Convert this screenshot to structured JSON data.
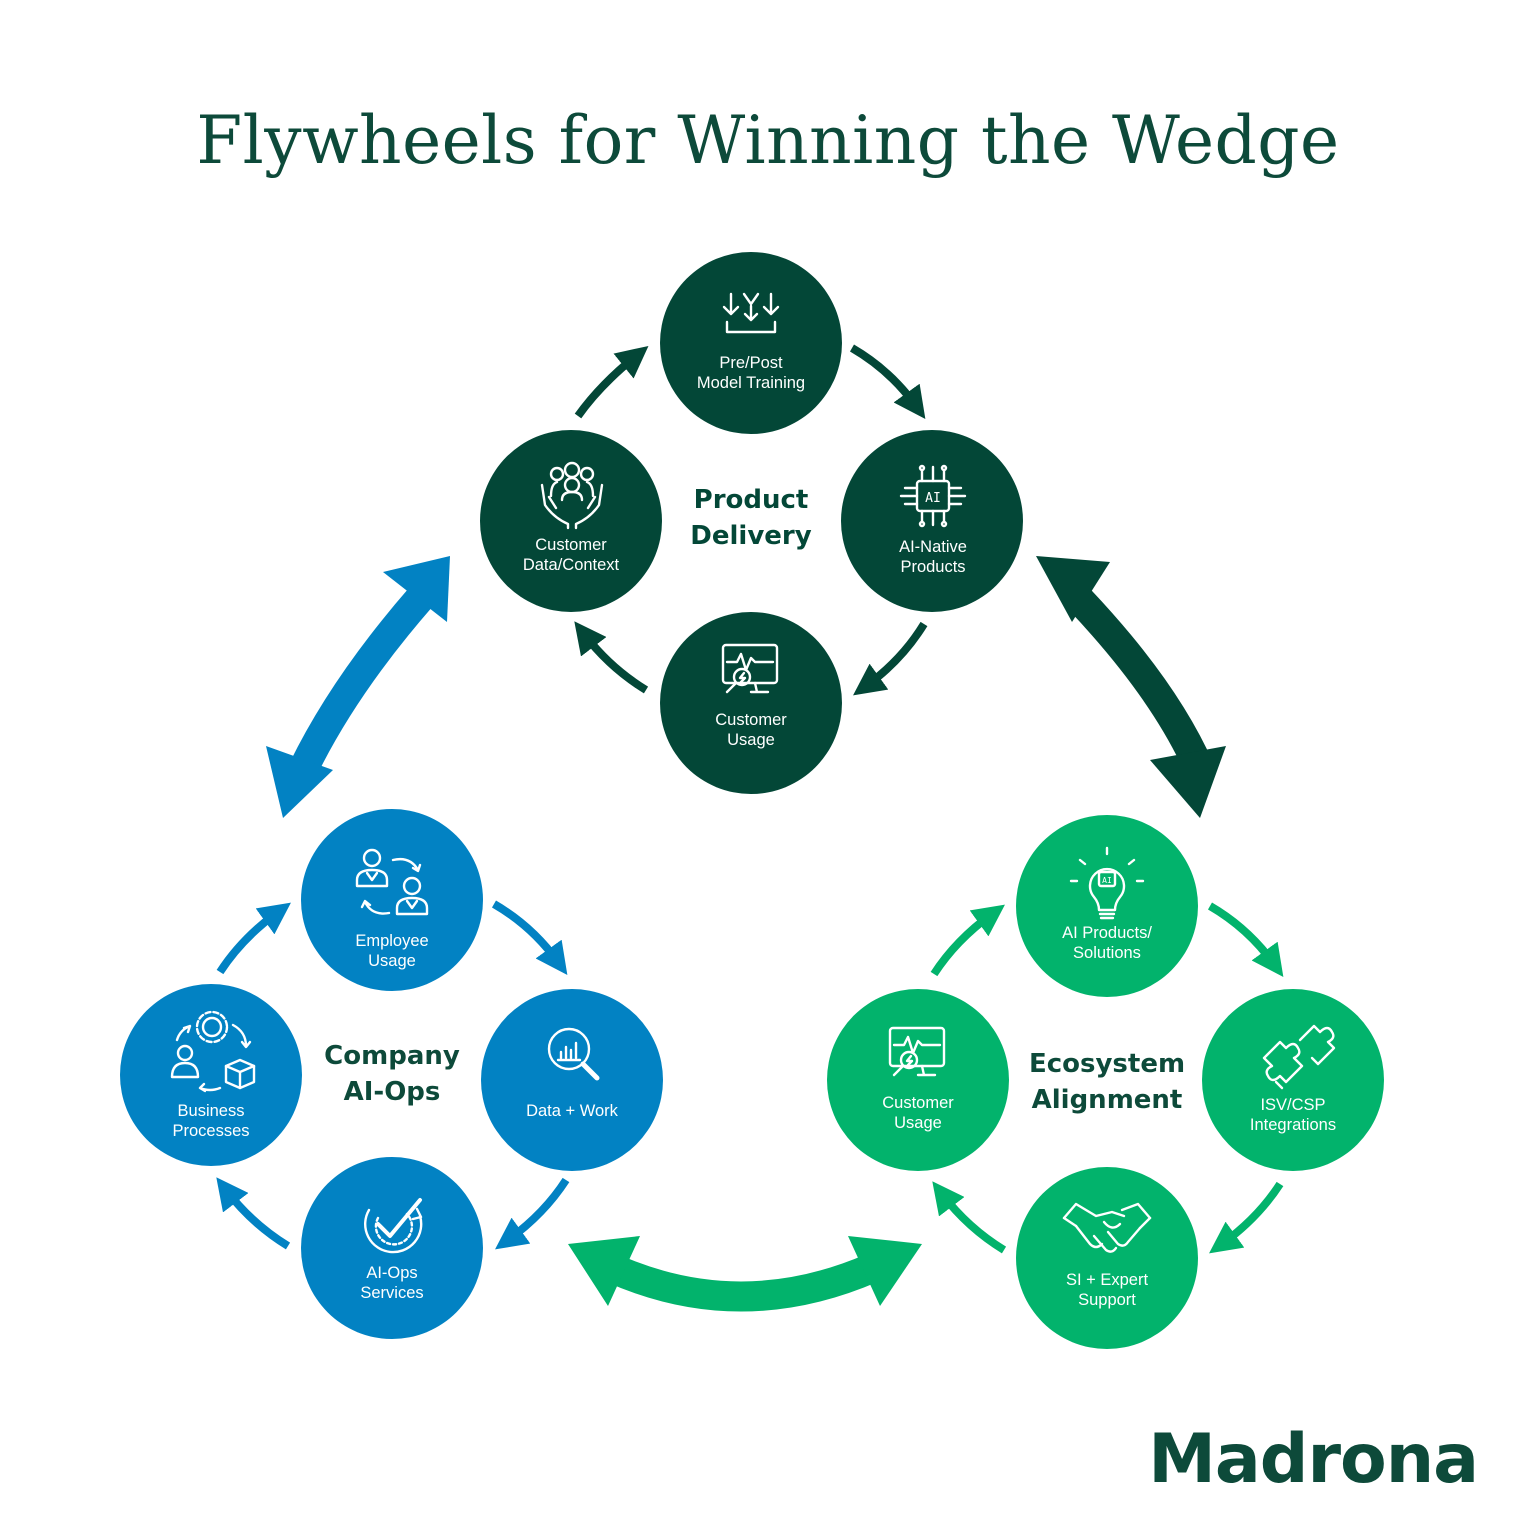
{
  "title": "Flywheels for Winning the Wedge",
  "brand": "Madrona",
  "colors": {
    "dark_green": "#034737",
    "blue": "#0282c3",
    "bright_green": "#02b36c",
    "title_text": "#0d4a3a"
  },
  "flywheels": [
    {
      "hub": {
        "line1": "Product",
        "line2": "Delivery"
      },
      "color": "dark_green",
      "nodes": [
        {
          "icon": "download-arrows-icon",
          "line1": "Pre/Post",
          "line2": "Model Training"
        },
        {
          "icon": "ai-chip-icon",
          "line1": "AI-Native",
          "line2": "Products"
        },
        {
          "icon": "monitor-search-icon",
          "line1": "Customer",
          "line2": "Usage"
        },
        {
          "icon": "people-hands-icon",
          "line1": "Customer",
          "line2": "Data/Context"
        }
      ]
    },
    {
      "hub": {
        "line1": "Company",
        "line2": "AI-Ops"
      },
      "color": "blue",
      "nodes": [
        {
          "icon": "people-exchange-icon",
          "line1": "Employee",
          "line2": "Usage"
        },
        {
          "icon": "magnify-chart-icon",
          "line1": "Data + Work",
          "line2": ""
        },
        {
          "icon": "check-cycle-icon",
          "line1": "AI-Ops",
          "line2": "Services"
        },
        {
          "icon": "gear-person-box-icon",
          "line1": "Business",
          "line2": "Processes"
        }
      ]
    },
    {
      "hub": {
        "line1": "Ecosystem",
        "line2": "Alignment"
      },
      "color": "bright_green",
      "nodes": [
        {
          "icon": "ai-bulb-icon",
          "line1": "AI Products/",
          "line2": "Solutions"
        },
        {
          "icon": "puzzle-icon",
          "line1": "ISV/CSP",
          "line2": "Integrations"
        },
        {
          "icon": "handshake-icon",
          "line1": "SI + Expert",
          "line2": "Support"
        },
        {
          "icon": "monitor-search-icon",
          "line1": "Customer",
          "line2": "Usage"
        }
      ]
    }
  ],
  "connectors": [
    {
      "between": [
        "Company AI-Ops",
        "Product Delivery"
      ],
      "color": "blue"
    },
    {
      "between": [
        "Product Delivery",
        "Ecosystem Alignment"
      ],
      "color": "dark_green"
    },
    {
      "between": [
        "Company AI-Ops",
        "Ecosystem Alignment"
      ],
      "color": "bright_green"
    }
  ]
}
